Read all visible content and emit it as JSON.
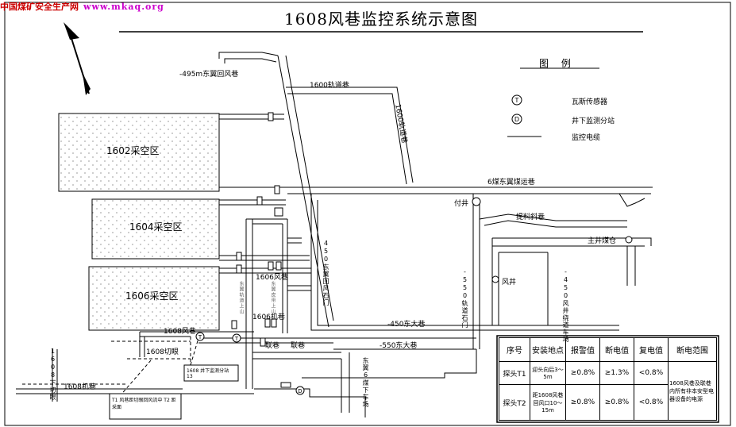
{
  "watermark": {
    "site_name": "中国煤矿安全生产网",
    "url": "www.mkaq.org"
  },
  "title": "1608风巷监控系统示意图",
  "legend": {
    "title": "图 例",
    "items": [
      {
        "symbol": "T",
        "label": "瓦斯传感器"
      },
      {
        "symbol": "D",
        "label": "井下监测分站"
      },
      {
        "symbol": "",
        "label": "监控电缆"
      }
    ]
  },
  "labels": {
    "return_airway_495": "-495m东翼回风巷",
    "roadway_1600_top": "1600轨道巷",
    "roadway_1600_side": "1600轨道巷",
    "goaf_1602": "1602采空区",
    "goaf_1604": "1604采空区",
    "goaf_1606": "1606采空区",
    "east_transport_6": "6煤东翼煤运巷",
    "east_wind_stone_gate": "450东翼回风石门",
    "fu_shaft": "付井",
    "coal_chute": "提料斜巷",
    "main_shaft_bunker": "主井煤仓",
    "rail_gate_550": "-550轨道石门",
    "wind_shaft": "风井",
    "wind_shaft_yard_450": "-450风井绕道车场",
    "east_main_450": "-450东大巷",
    "east_main_550": "-550东大巷",
    "wind_lane_1606": "1606风巷",
    "machine_lane_1606": "1606机巷",
    "wind_lane_1608": "1608风巷",
    "cut_eye_1608": "1608切眼",
    "machine_lane_1608": "1608机巷",
    "lower_cut_1608": "1608下切眼",
    "east_wing_6_transport": "东翼6煤下车场",
    "rail_lane": "联巷",
    "rail_lane_2": "联巷",
    "mid_vertical_left": "东翼轨道上山",
    "mid_vertical_right": "东翼皮带上山"
  },
  "notes": {
    "substation_box": "1608 井下监测分站 13",
    "lower_note": "T1 风巷距切眼回风流中 T2 距采面"
  },
  "table": {
    "headers": [
      "序号",
      "安装地点",
      "报警值",
      "断电值",
      "复电值",
      "断电范围"
    ],
    "rows": [
      {
        "id": "探头T1",
        "location": "迎头向后3～5m",
        "alarm": "≥0.8%",
        "cutoff": "≥1.3%",
        "restore": "<0.8%",
        "range": "1608风巷及联巷内所有非本安型电器设备的电源"
      },
      {
        "id": "探头T2",
        "location": "距1608风巷回风口10～15m",
        "alarm": "≥0.8%",
        "cutoff": "≥0.8%",
        "restore": "<0.8%",
        "range": ""
      }
    ]
  }
}
